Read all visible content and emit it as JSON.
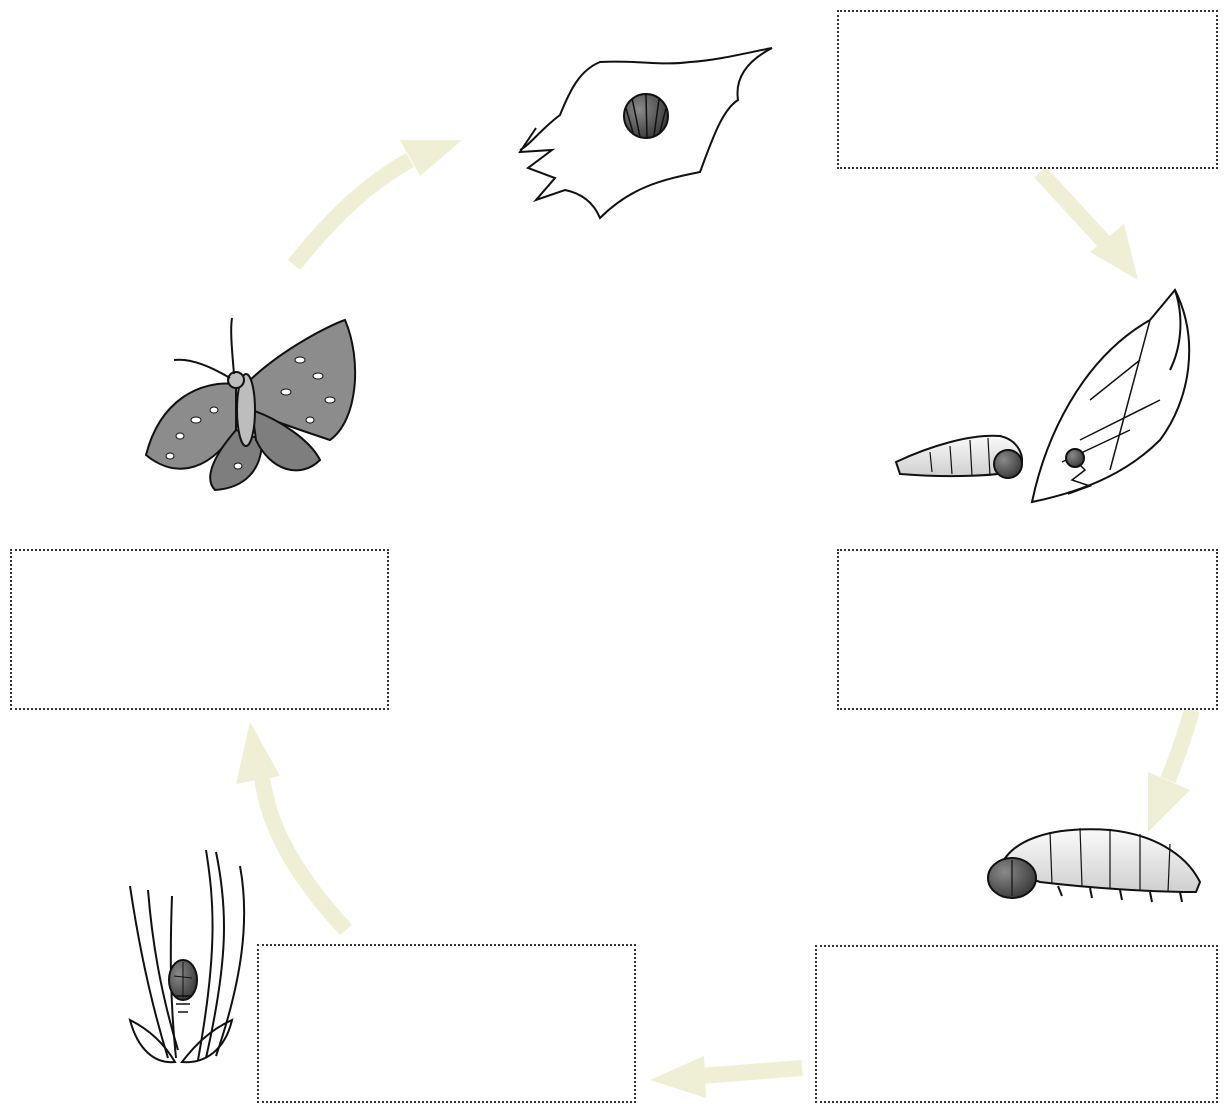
{
  "diagram": {
    "type": "life-cycle",
    "stages": [
      {
        "id": "egg",
        "icon": "egg-on-leaf-illustration",
        "label": ""
      },
      {
        "id": "hatching",
        "icon": "caterpillar-on-chewed-leaf-illustration",
        "label": ""
      },
      {
        "id": "larva",
        "icon": "large-caterpillar-illustration",
        "label": ""
      },
      {
        "id": "pupa",
        "icon": "pupa-in-grass-illustration",
        "label": ""
      },
      {
        "id": "adult",
        "icon": "butterfly-illustration",
        "label": ""
      }
    ],
    "arrow_color": "#efefd6"
  }
}
